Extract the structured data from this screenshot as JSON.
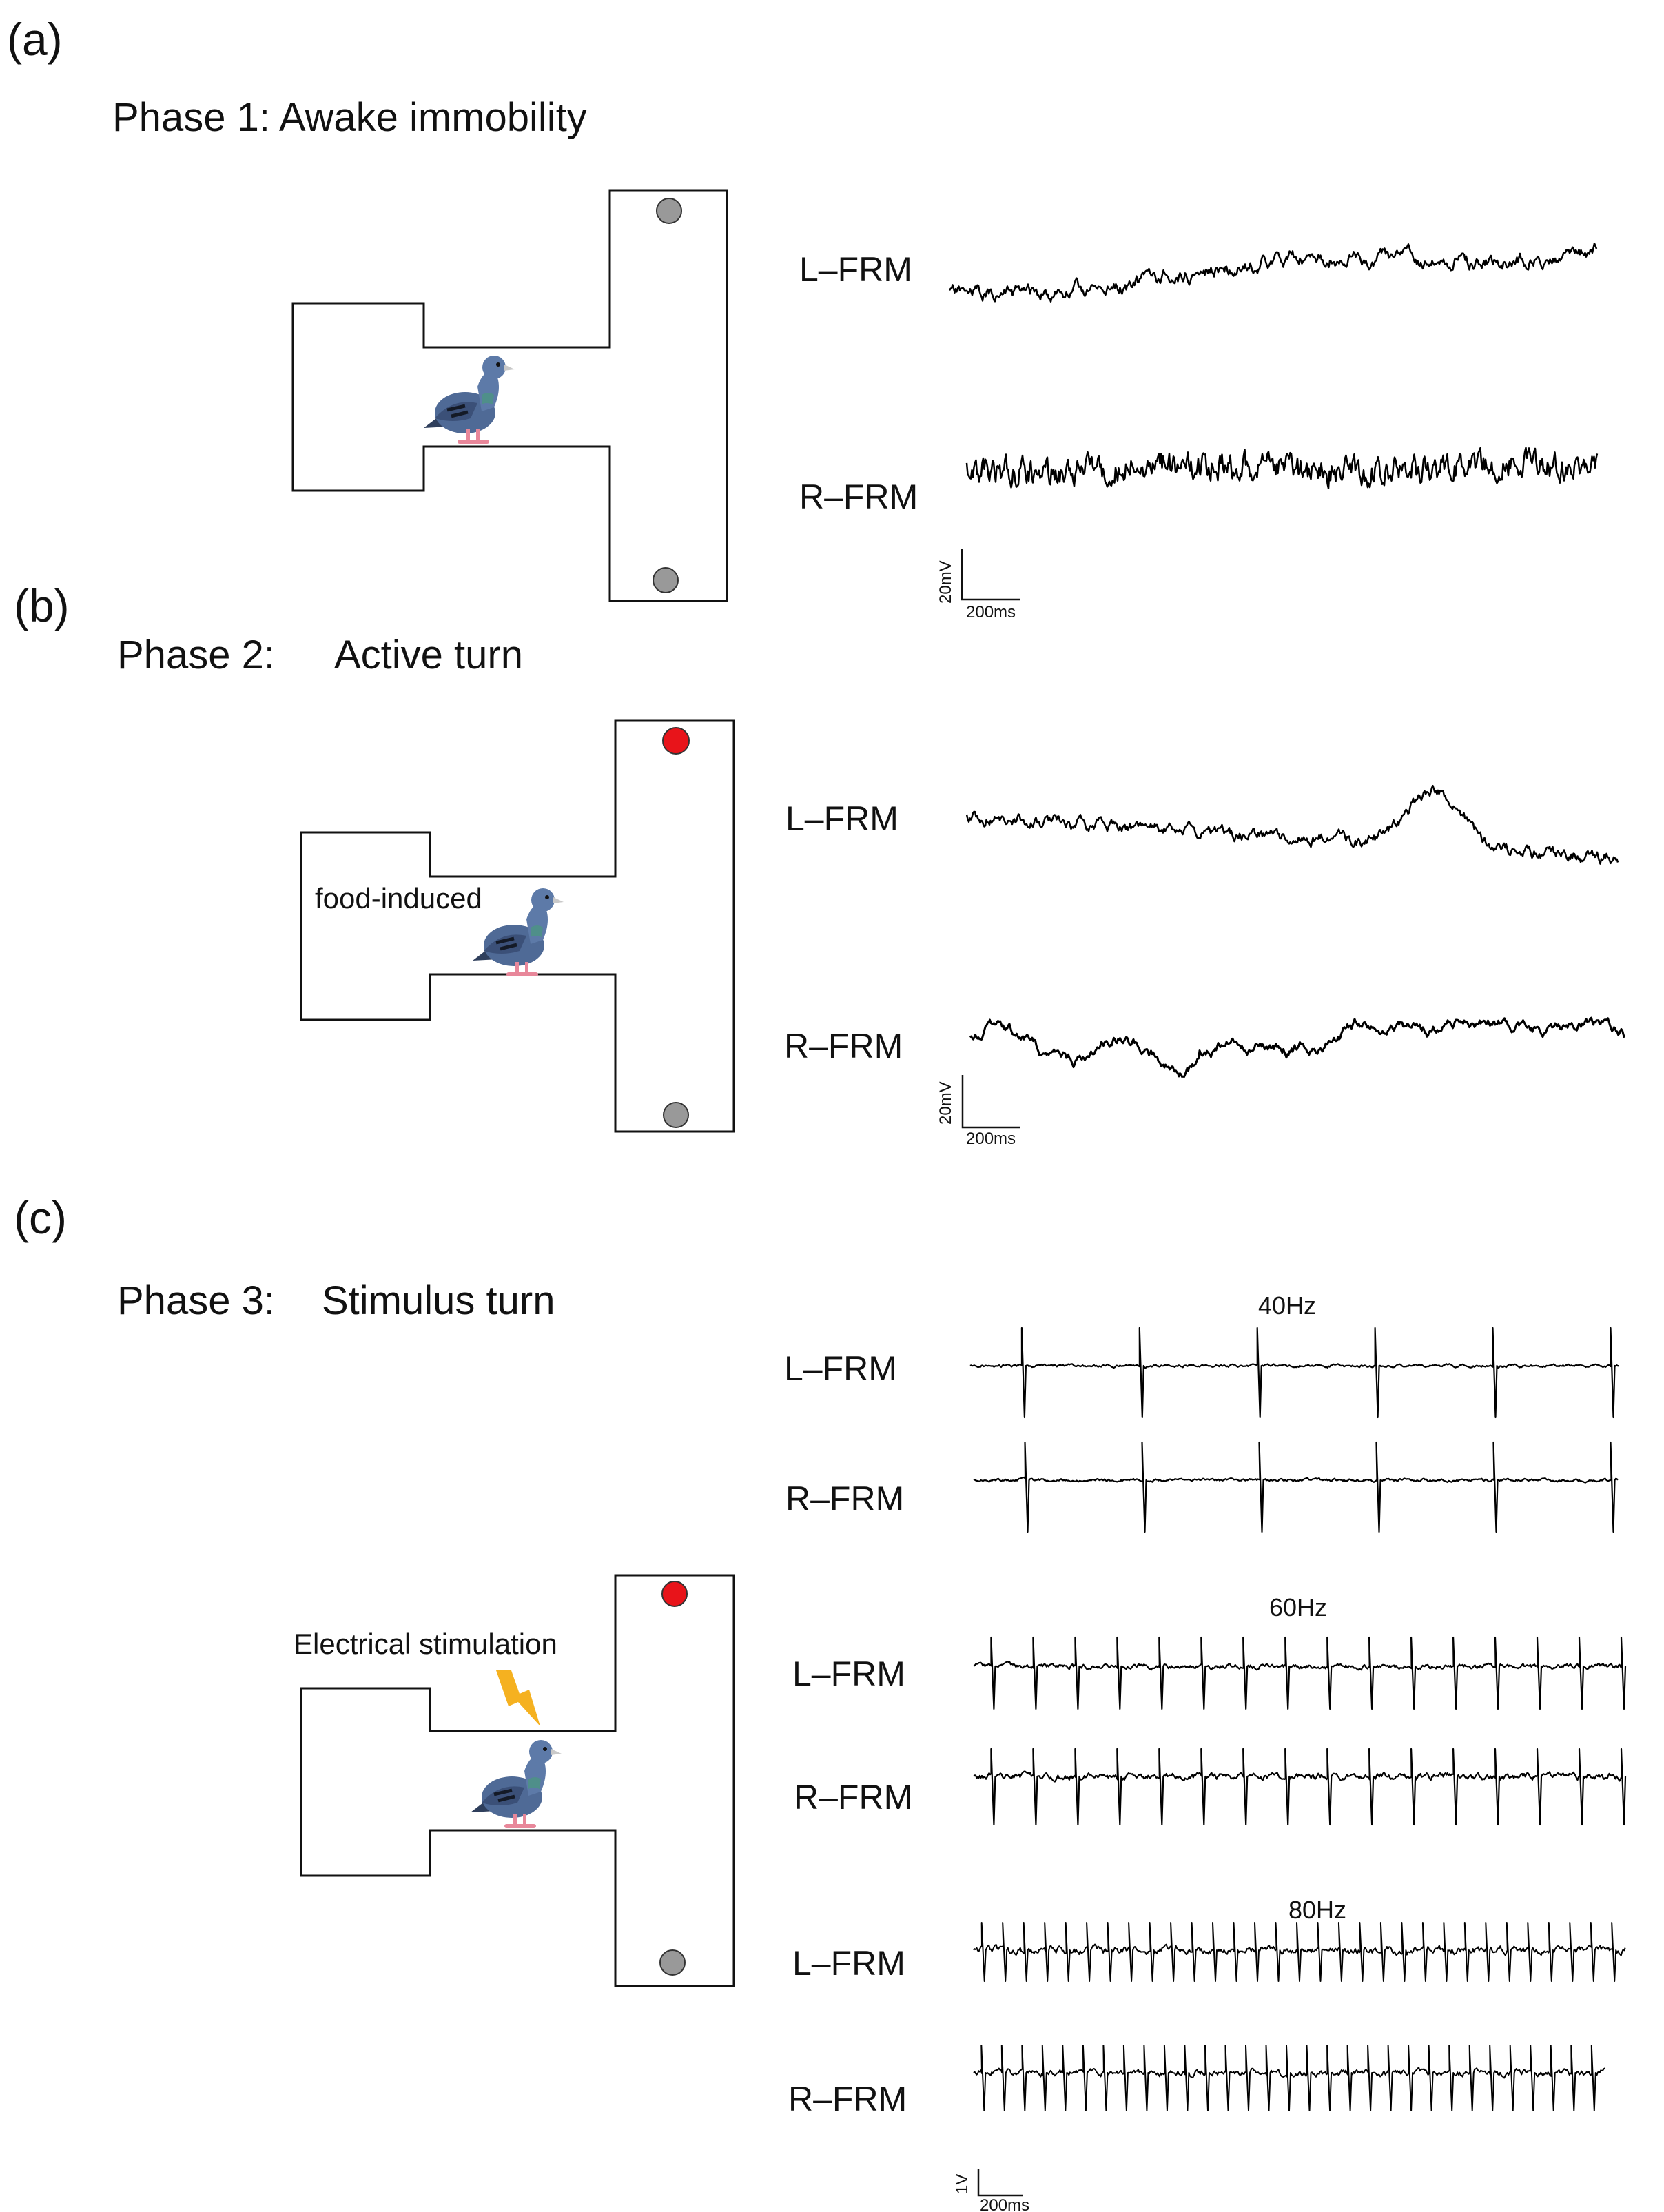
{
  "panels": [
    {
      "label": "(a)",
      "phase": "Phase 1: Awake immobility",
      "maze_note": "",
      "food_color": "#999999",
      "channels": [
        "L–FRM",
        "R–FRM"
      ],
      "scalebar": {
        "v": "20mV",
        "t": "200ms"
      }
    },
    {
      "label": "(b)",
      "phase_prefix": "Phase 2:",
      "phase_rest": "Active turn",
      "maze_note": "food-induced",
      "food_color": "#e8141a",
      "channels": [
        "L–FRM",
        "R–FRM"
      ],
      "scalebar": {
        "v": "20mV",
        "t": "200ms"
      }
    },
    {
      "label": "(c)",
      "phase_prefix": "Phase 3:",
      "phase_rest": "Stimulus turn",
      "maze_note": "Electrical stimulation",
      "food_color": "#e8141a",
      "frequencies": [
        "40Hz",
        "60Hz",
        "80Hz"
      ],
      "channels": [
        "L–FRM",
        "R–FRM"
      ],
      "scalebar": {
        "v": "1V",
        "t": "200ms"
      }
    }
  ],
  "colors": {
    "food_empty": "#999999",
    "food_active": "#e8141a",
    "lightning": "#f5b120",
    "pigeon_body": "#4f6a96",
    "pigeon_feet": "#e8879a"
  }
}
